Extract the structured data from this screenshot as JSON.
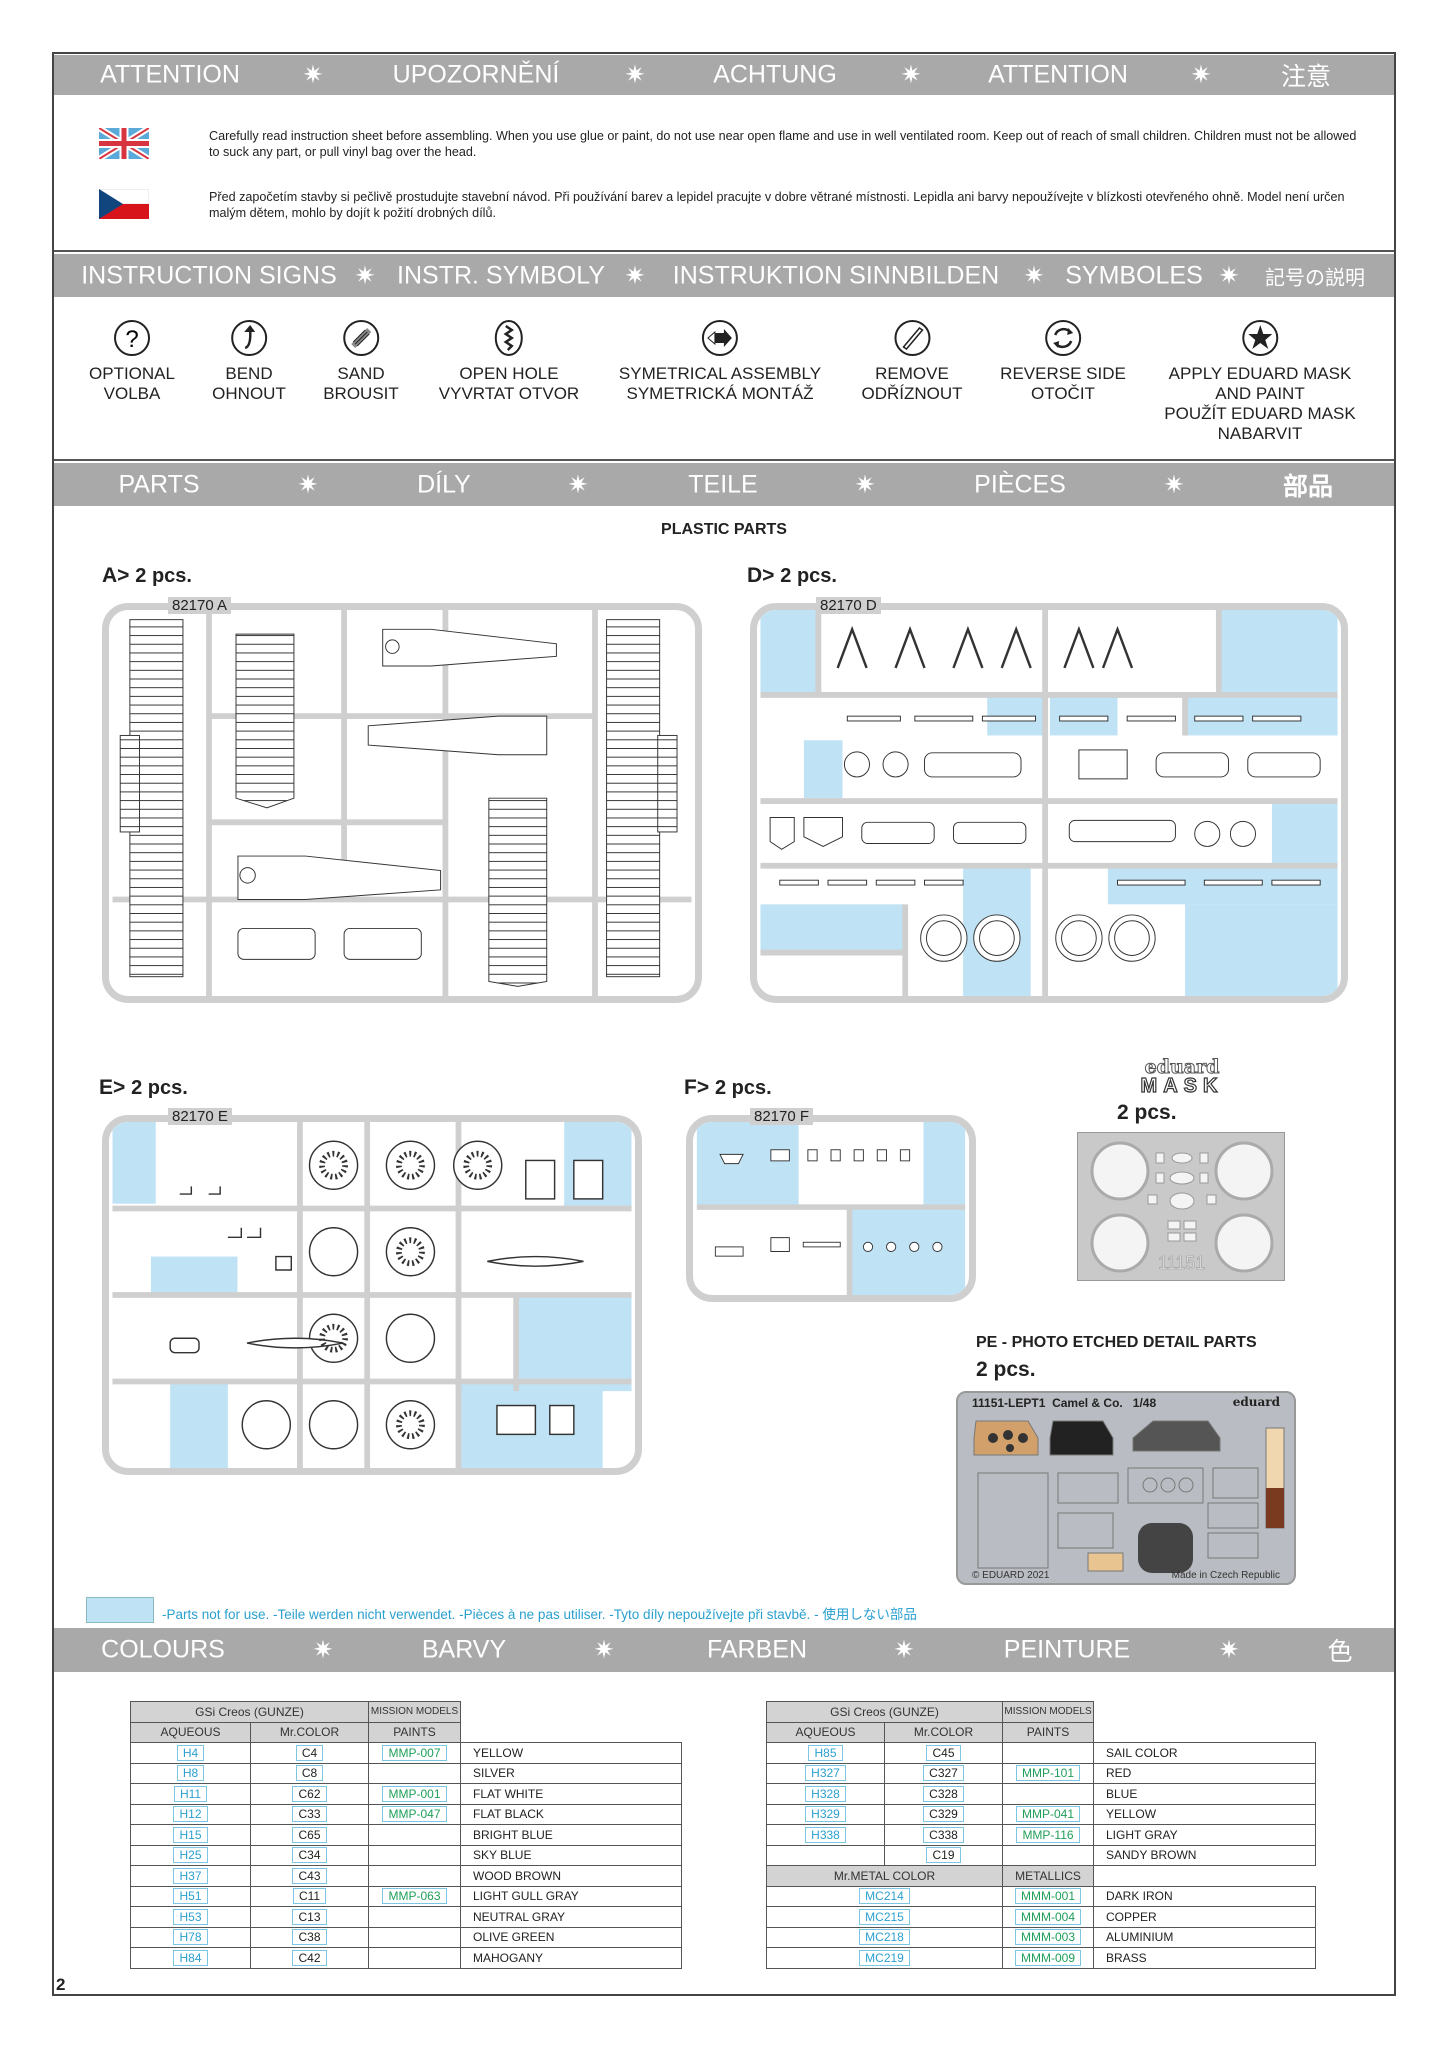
{
  "attention_bar": {
    "items": [
      "ATTENTION",
      "UPOZORNĚNÍ",
      "ACHTUNG",
      "ATTENTION",
      "注意"
    ],
    "separator": "✷"
  },
  "warnings": {
    "en": "Carefully read instruction sheet before assembling. When you use glue or paint, do not use near open flame and use in well ventilated room. Keep out of reach of small children. Children must not be allowed to suck any part, or pull vinyl bag over the head.",
    "cz": "Před započetím stavby si pečlivě prostudujte stavební návod. Při používání barev a lepidel pracujte v dobre větrané místnosti. Lepidla ani barvy nepoužívejte v blízkosti otevřeného ohně. Model není určen malým dětem, mohlo by dojít k požití drobných dílů."
  },
  "signs_bar": {
    "items": [
      "INSTRUCTION SIGNS",
      "INSTR. SYMBOLY",
      "INSTRUKTION SINNBILDEN",
      "SYMBOLES",
      "記号の説明"
    ]
  },
  "signs": [
    {
      "icon": "question-icon",
      "l1": "OPTIONAL",
      "l2": "VOLBA"
    },
    {
      "icon": "bend-arrow-icon",
      "l1": "BEND",
      "l2": "OHNOUT"
    },
    {
      "icon": "sand-icon",
      "l1": "SAND",
      "l2": "BROUSIT"
    },
    {
      "icon": "drill-icon",
      "l1": "OPEN HOLE",
      "l2": "VYVRTAT OTVOR"
    },
    {
      "icon": "symmetry-arrow-icon",
      "l1": "SYMETRICAL ASSEMBLY",
      "l2": "SYMETRICKÁ MONTÁŽ"
    },
    {
      "icon": "knife-icon",
      "l1": "REMOVE",
      "l2": "ODŘÍZNOUT"
    },
    {
      "icon": "reverse-icon",
      "l1": "REVERSE SIDE",
      "l2": "OTOČIT"
    },
    {
      "icon": "star-icon",
      "l1": "APPLY EDUARD MASK",
      "l2": "AND PAINT",
      "l3": "POUŽÍT EDUARD MASK",
      "l4": "NABARVIT"
    }
  ],
  "parts_bar": {
    "items": [
      "PARTS",
      "DÍLY",
      "TEILE",
      "PIÈCES",
      "部品"
    ]
  },
  "parts": {
    "plastic_title": "PLASTIC PARTS",
    "sprues": [
      {
        "letter": "A>",
        "qty": "2 pcs.",
        "code": "82170 A"
      },
      {
        "letter": "D>",
        "qty": "2 pcs.",
        "code": "82170 D"
      },
      {
        "letter": "E>",
        "qty": "2 pcs.",
        "code": "82170 E"
      },
      {
        "letter": "F>",
        "qty": "2 pcs.",
        "code": "82170 F"
      }
    ],
    "mask": {
      "brand": "eduard",
      "type": "MASK",
      "qty": "2 pcs.",
      "code": "11151"
    },
    "pe": {
      "title": "PE - PHOTO ETCHED DETAIL PARTS",
      "qty": "2 pcs.",
      "fret_code": "11151-LEPT1",
      "fret_name": "Camel & Co.",
      "scale": "1/48",
      "brand": "eduard",
      "copyright": "© EDUARD 2021",
      "origin": "Made in Czech Republic"
    },
    "legend": "-Parts not for use. -Teile werden nicht verwendet. -Pièces à ne pas utiliser. -Tyto díly nepoužívejte při stavbě. -   使用しない部品"
  },
  "colours_bar": {
    "items": [
      "COLOURS",
      "BARVY",
      "FARBEN",
      "PEINTURE",
      "色"
    ]
  },
  "colour_tables": {
    "headers": {
      "gunze": "GSi Creos (GUNZE)",
      "mission": "MISSION MODELS",
      "aqueous": "AQUEOUS",
      "mrcolor": "Mr.COLOR",
      "paints": "PAINTS",
      "metal": "Mr.METAL COLOR",
      "metallics": "METALLICS"
    },
    "left": [
      [
        "H4",
        "C4",
        "MMP-007",
        "YELLOW"
      ],
      [
        "H8",
        "C8",
        "",
        "SILVER"
      ],
      [
        "H11",
        "C62",
        "MMP-001",
        "FLAT WHITE"
      ],
      [
        "H12",
        "C33",
        "MMP-047",
        "FLAT BLACK"
      ],
      [
        "H15",
        "C65",
        "",
        "BRIGHT BLUE"
      ],
      [
        "H25",
        "C34",
        "",
        "SKY BLUE"
      ],
      [
        "H37",
        "C43",
        "",
        "WOOD BROWN"
      ],
      [
        "H51",
        "C11",
        "MMP-063",
        "LIGHT GULL GRAY"
      ],
      [
        "H53",
        "C13",
        "",
        "NEUTRAL GRAY"
      ],
      [
        "H78",
        "C38",
        "",
        "OLIVE GREEN"
      ],
      [
        "H84",
        "C42",
        "",
        "MAHOGANY"
      ]
    ],
    "right": [
      [
        "H85",
        "C45",
        "",
        "SAIL COLOR"
      ],
      [
        "H327",
        "C327",
        "MMP-101",
        "RED"
      ],
      [
        "H328",
        "C328",
        "",
        "BLUE"
      ],
      [
        "H329",
        "C329",
        "MMP-041",
        "YELLOW"
      ],
      [
        "H338",
        "C338",
        "MMP-116",
        "LIGHT GRAY"
      ],
      [
        "",
        "C19",
        "",
        "SANDY BROWN"
      ]
    ],
    "metal": [
      [
        "MC214",
        "MMM-001",
        "DARK IRON"
      ],
      [
        "MC215",
        "MMM-004",
        "COPPER"
      ],
      [
        "MC218",
        "MMM-003",
        "ALUMINIUM"
      ],
      [
        "MC219",
        "MMM-009",
        "BRASS"
      ]
    ]
  },
  "page_number": "2",
  "colors": {
    "bar": "#a9a9a9",
    "not_for_use": "#bfe2f4",
    "aqueous": "#2aa0cf",
    "mission": "#1f9e5a"
  }
}
